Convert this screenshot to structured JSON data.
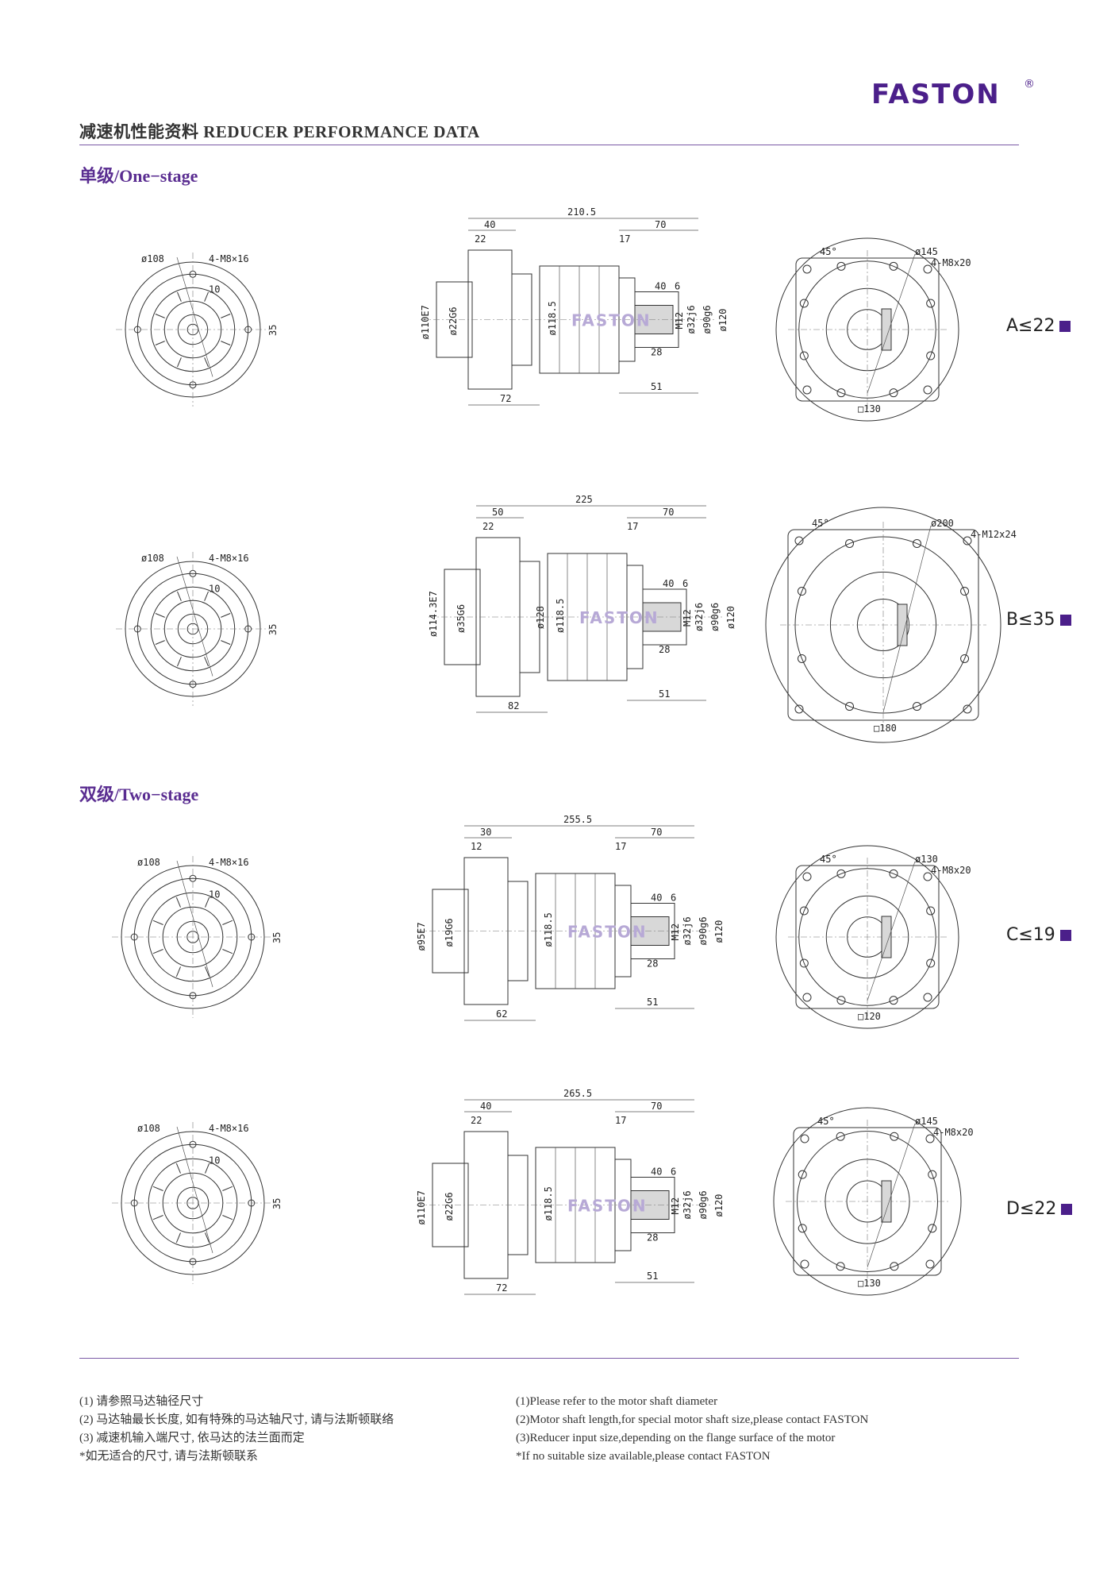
{
  "header": {
    "brand": "FASTON",
    "brand_mark": "®",
    "title": "减速机性能资料 REDUCER PERFORMANCE DATA"
  },
  "colors": {
    "accent": "#5a2d91",
    "square": "#4b1f8a",
    "rule": "#7b5aa6"
  },
  "sections": {
    "one_stage": "单级/One−stage",
    "two_stage": "双级/Two−stage"
  },
  "watermark": "FASTON",
  "rows": [
    {
      "label": "A≤22",
      "front": {
        "bolt_circle": "ø108",
        "holes": "4-M8×16",
        "dim10": "10",
        "dim35": "35"
      },
      "side": {
        "total": "210.5",
        "d40": "40",
        "d22": "22",
        "d70": "70",
        "d17": "17",
        "d40b": "40",
        "d6": "6",
        "flange": "ø110E7",
        "bore": "ø22G6",
        "body": "ø118.5",
        "m": "M12",
        "shaft": "ø32j6",
        "shoulder": "ø90g6",
        "outer": "ø120",
        "d28": "28",
        "d51": "51",
        "d72": "72"
      },
      "end": {
        "angle": "45°",
        "pcd": "ø145",
        "holes": "4-M8x20",
        "square": "□130"
      }
    },
    {
      "label": "B≤35",
      "front": {
        "bolt_circle": "ø108",
        "holes": "4-M8×16",
        "dim10": "10",
        "dim35": "35"
      },
      "side": {
        "total": "225",
        "d40": "50",
        "d22": "22",
        "d70": "70",
        "d17": "17",
        "d40b": "40",
        "d6": "6",
        "flange": "ø114.3E7",
        "bore": "ø35G6",
        "body": "ø128",
        "body2": "ø118.5",
        "m": "M12",
        "shaft": "ø32j6",
        "shoulder": "ø90g6",
        "outer": "ø120",
        "d28": "28",
        "d51": "51",
        "d72": "82"
      },
      "end": {
        "angle": "45°",
        "pcd": "ø200",
        "holes": "4-M12x24",
        "square": "□180"
      }
    },
    {
      "label": "C≤19",
      "front": {
        "bolt_circle": "ø108",
        "holes": "4-M8×16",
        "dim10": "10",
        "dim35": "35"
      },
      "side": {
        "total": "255.5",
        "d40": "30",
        "d22": "12",
        "d70": "70",
        "d17": "17",
        "d40b": "40",
        "d6": "6",
        "flange": "ø95E7",
        "bore": "ø19G6",
        "body": "ø118.5",
        "m": "M12",
        "shaft": "ø32j6",
        "shoulder": "ø90g6",
        "outer": "ø120",
        "d28": "28",
        "d51": "51",
        "d72": "62"
      },
      "end": {
        "angle": "45°",
        "pcd": "ø130",
        "holes": "4-M8x20",
        "square": "□120"
      }
    },
    {
      "label": "D≤22",
      "front": {
        "bolt_circle": "ø108",
        "holes": "4-M8×16",
        "dim10": "10",
        "dim35": "35"
      },
      "side": {
        "total": "265.5",
        "d40": "40",
        "d22": "22",
        "d70": "70",
        "d17": "17",
        "d40b": "40",
        "d6": "6",
        "flange": "ø110E7",
        "bore": "ø22G6",
        "body": "ø118.5",
        "m": "M12",
        "shaft": "ø32j6",
        "shoulder": "ø90g6",
        "outer": "ø120",
        "d28": "28",
        "d51": "51",
        "d72": "72"
      },
      "end": {
        "angle": "45°",
        "pcd": "ø145",
        "holes": "4-M8x20",
        "square": "□130"
      }
    }
  ],
  "notes_cn": [
    "(1) 请参照马达轴径尺寸",
    "(2) 马达轴最长长度, 如有特殊的马达轴尺寸, 请与法斯顿联络",
    "(3) 减速机输入端尺寸, 依马达的法兰面而定",
    "*如无适合的尺寸, 请与法斯顿联系"
  ],
  "notes_en": [
    "(1)Please refer to the motor shaft diameter",
    "(2)Motor shaft length,for special motor shaft size,please contact FASTON",
    "(3)Reducer input size,depending on the flange surface of the motor",
    "*If no suitable size available,please contact FASTON"
  ]
}
